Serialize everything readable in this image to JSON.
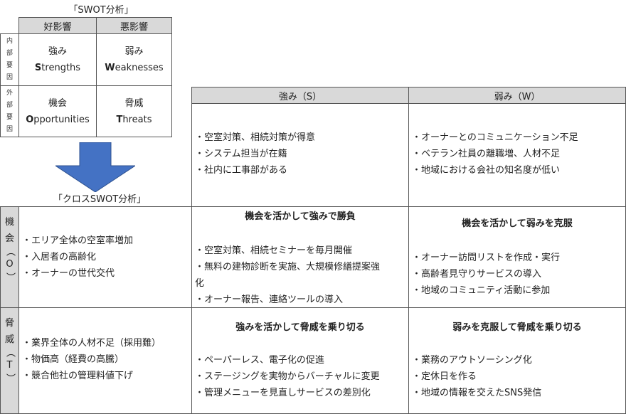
{
  "swot_mini": {
    "title": "「SWOT分析」",
    "col_headers": [
      "好影響",
      "悪影響"
    ],
    "row_labels": [
      [
        "内",
        "部",
        "要",
        "因"
      ],
      [
        "外",
        "部",
        "要",
        "因"
      ]
    ],
    "cells": {
      "s_ja": "強み",
      "s_en_first": "S",
      "s_en_rest": "trengths",
      "w_ja": "弱み",
      "w_en_first": "W",
      "w_en_rest": "eaknesses",
      "o_ja": "機会",
      "o_en_first": "O",
      "o_en_rest": "pportunities",
      "t_ja": "脅威",
      "t_en_first": "T",
      "t_en_rest": "hreats"
    }
  },
  "arrow": {
    "color": "#4472c4",
    "icon": "down-arrow-icon"
  },
  "cross": {
    "title": "「クロスSWOT分析」",
    "col_headers": {
      "s": "強み（S）",
      "w": "弱み（W）"
    },
    "strengths": [
      "・空室対策、相続対策が得意",
      "・システム担当が在籍",
      "・社内に工事部がある"
    ],
    "weaknesses": [
      "・オーナーとのコミュニケーション不足",
      "・ベテラン社員の離職増、人材不足",
      "・地域における会社の知名度が低い"
    ],
    "opportunity_label": [
      "機",
      "会",
      "（",
      "O",
      "）"
    ],
    "threat_label": [
      "脅",
      "威",
      "（",
      "T",
      "）"
    ],
    "opportunities": [
      "・エリア全体の空室率増加",
      "・入居者の高齢化",
      "・オーナーの世代交代"
    ],
    "threats": [
      "・業界全体の人材不足（採用難）",
      "・物価高（経費の高騰）",
      "・競合他社の管理料値下げ"
    ],
    "so": {
      "title": "機会を活かして強みで勝負",
      "items": [
        "・空室対策、相続セミナーを毎月開催",
        "・無料の建物診断を実施、大規模修繕提案強",
        "化",
        "・オーナー報告、連絡ツールの導入"
      ]
    },
    "wo": {
      "title": "機会を活かして弱みを克服",
      "items": [
        "・オーナー訪問リストを作成・実行",
        "・高齢者見守りサービスの導入",
        "・地域のコミュニティ活動に参加"
      ]
    },
    "st": {
      "title": "強みを活かして脅威を乗り切る",
      "items": [
        "・ペーパーレス、電子化の促進",
        "・ステージングを実物からバーチャルに変更",
        "・管理メニューを見直しサービスの差別化"
      ]
    },
    "wt": {
      "title": "弱みを克服して脅威を乗り切る",
      "items": [
        "・業務のアウトソーシング化",
        "・定休日を作る",
        "・地域の情報を交えたSNS発信"
      ]
    }
  }
}
